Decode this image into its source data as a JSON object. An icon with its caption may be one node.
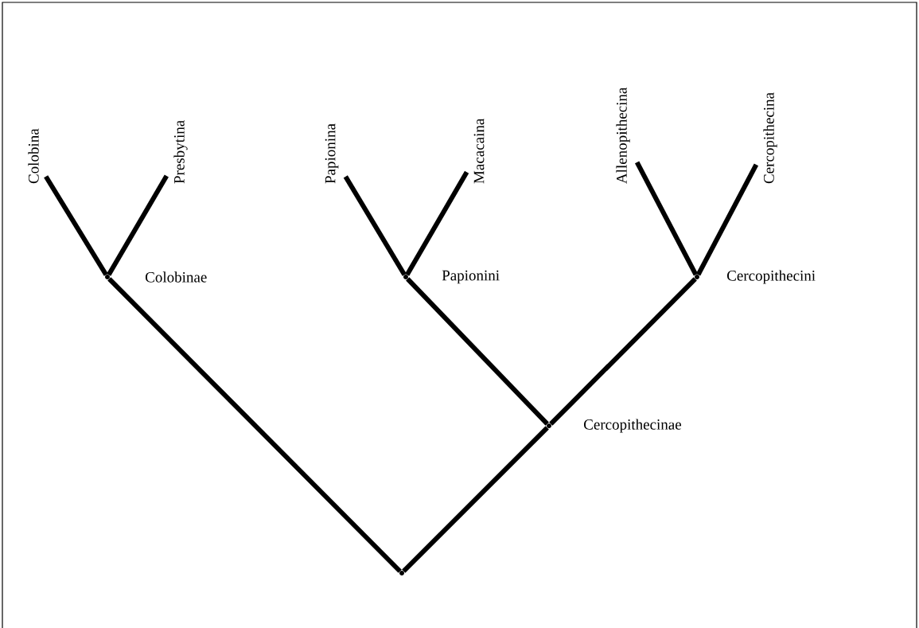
{
  "diagram": {
    "nodes": [
      {
        "text": [
          "Colobina"
        ]
      },
      {
        "text": [
          "Presbytina"
        ]
      },
      {
        "text": [
          "Papionina"
        ]
      },
      {
        "text": [
          "Macacaina"
        ]
      },
      {
        "text": [
          "Allenopithecina"
        ]
      },
      {
        "text": [
          "Cercopithecina"
        ]
      },
      {
        "text": [],
        "shape": "point",
        "beside": [
          "Colobinae"
        ]
      },
      {
        "text": [],
        "shape": "point",
        "beside": [
          "Papionini"
        ]
      },
      {
        "text": [],
        "shape": "point",
        "beside": [
          "Cercopithecini"
        ]
      },
      {
        "text": [],
        "shape": "point",
        "beside": [
          "Cercopithecinae"
        ]
      },
      {
        "text": [],
        "shape": "point"
      }
    ],
    "edges": [
      {
        "from": 0,
        "to": 6,
        "arrow": "none"
      },
      {
        "from": 1,
        "to": 6,
        "arrow": "none"
      },
      {
        "from": 2,
        "to": 7,
        "arrow": "none"
      },
      {
        "from": 3,
        "to": 7,
        "arrow": "none"
      },
      {
        "from": 4,
        "to": 8,
        "arrow": "none"
      },
      {
        "from": 5,
        "to": 8,
        "arrow": "none"
      },
      {
        "from": 7,
        "to": 9,
        "arrow": "none"
      },
      {
        "from": 8,
        "to": 9,
        "arrow": "none"
      },
      {
        "from": 6,
        "to": 10,
        "arrow": "none"
      },
      {
        "from": 9,
        "to": 10,
        "arrow": "none"
      }
    ]
  }
}
